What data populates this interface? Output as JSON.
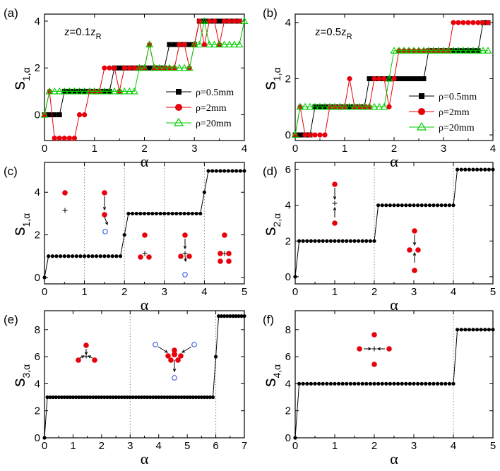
{
  "chart_data": [
    {
      "type": "line",
      "panel_label": "(a)",
      "annotation": "z=0.1z",
      "annotation_sub": "R",
      "xlabel": "α",
      "ylabel": "s",
      "ylabel_sub": "1,α",
      "xlim": [
        0,
        4
      ],
      "ylim": [
        -1.1,
        4.3
      ],
      "xticks": [
        "0",
        "1",
        "2",
        "3",
        "4"
      ],
      "yticks": [
        "0",
        "2",
        "4"
      ],
      "legend": "lower-right",
      "series": [
        {
          "name": "ρ=0.5mm",
          "marker": "square",
          "color": "#000000",
          "x": [
            0,
            0.1,
            0.2,
            0.3,
            0.4,
            0.5,
            0.6,
            0.7,
            0.8,
            0.9,
            1.0,
            1.1,
            1.2,
            1.3,
            1.4,
            1.5,
            1.6,
            1.7,
            1.8,
            1.9,
            2.0,
            2.1,
            2.2,
            2.3,
            2.4,
            2.5,
            2.6,
            2.7,
            2.8,
            2.9,
            3.0,
            3.1,
            3.2,
            3.3,
            3.4,
            3.5,
            3.6,
            3.7,
            3.8,
            3.9
          ],
          "y": [
            0,
            0,
            0,
            0,
            1,
            1,
            1,
            1,
            1,
            1,
            1,
            1,
            1,
            1,
            2,
            2,
            2,
            2,
            2,
            2,
            2,
            2,
            2,
            2,
            2,
            3,
            3,
            3,
            3,
            3,
            3,
            4,
            4,
            4,
            4,
            4,
            4,
            4,
            4,
            4
          ]
        },
        {
          "name": "ρ=2mm",
          "marker": "circle",
          "color": "#e8000b",
          "x": [
            0,
            0.1,
            0.2,
            0.3,
            0.4,
            0.5,
            0.6,
            0.7,
            0.8,
            0.9,
            1.0,
            1.1,
            1.2,
            1.3,
            1.4,
            1.5,
            1.6,
            1.7,
            1.8,
            1.9,
            2.0,
            2.1,
            2.2,
            2.3,
            2.4,
            2.5,
            2.6,
            2.7,
            2.8,
            2.9,
            3.0,
            3.1,
            3.2,
            3.3,
            3.4,
            3.5,
            3.6,
            3.7,
            3.8,
            3.9
          ],
          "y": [
            0,
            1,
            -1,
            -1,
            -1,
            -1,
            -1,
            0,
            0,
            1,
            1,
            1,
            2,
            2,
            2,
            1,
            2,
            2,
            2,
            2,
            2,
            3,
            2,
            2,
            2,
            2,
            2,
            3,
            3,
            2,
            3,
            4,
            3,
            4,
            4,
            3,
            4,
            4,
            4,
            4
          ]
        },
        {
          "name": "ρ=20mm",
          "marker": "triangle",
          "color": "#00cc00",
          "x": [
            0,
            0.1,
            0.2,
            0.3,
            0.4,
            0.5,
            0.6,
            0.7,
            0.8,
            0.9,
            1.0,
            1.1,
            1.2,
            1.3,
            1.4,
            1.5,
            1.6,
            1.7,
            1.8,
            1.9,
            2.0,
            2.1,
            2.2,
            2.3,
            2.4,
            2.5,
            2.6,
            2.7,
            2.8,
            2.9,
            3.0,
            3.1,
            3.2,
            3.3,
            3.4,
            3.5,
            3.6,
            3.7,
            3.8,
            3.9,
            4.0
          ],
          "y": [
            0,
            1,
            1,
            1,
            1,
            1,
            1,
            1,
            1,
            1,
            1,
            1,
            1,
            1,
            1,
            1,
            1,
            1,
            1,
            2,
            2,
            3,
            2,
            2,
            2,
            2,
            2,
            2,
            2,
            2,
            3,
            3,
            4,
            3,
            3,
            3,
            3,
            3,
            3,
            3,
            4
          ]
        }
      ]
    },
    {
      "type": "line",
      "panel_label": "(b)",
      "annotation": "z=0.5z",
      "annotation_sub": "R",
      "xlabel": "α",
      "ylabel": "s",
      "ylabel_sub": "1,α",
      "xlim": [
        0,
        4
      ],
      "ylim": [
        -0.2,
        4.3
      ],
      "xticks": [
        "0",
        "1",
        "2",
        "3",
        "4"
      ],
      "yticks": [
        "0",
        "2",
        "4"
      ],
      "legend": "lower-right",
      "series": [
        {
          "name": "ρ=0.5mm",
          "marker": "square",
          "color": "#000000",
          "x": [
            0,
            0.1,
            0.2,
            0.3,
            0.4,
            0.5,
            0.6,
            0.7,
            0.8,
            0.9,
            1.0,
            1.1,
            1.2,
            1.3,
            1.4,
            1.5,
            1.6,
            1.7,
            1.8,
            1.9,
            2.0,
            2.1,
            2.2,
            2.3,
            2.4,
            2.5,
            2.6,
            2.7,
            2.8,
            2.9,
            3.0,
            3.1,
            3.2,
            3.3,
            3.4,
            3.5,
            3.6,
            3.7,
            3.8,
            3.9
          ],
          "y": [
            0,
            0,
            0,
            0,
            1,
            1,
            1,
            1,
            1,
            1,
            1,
            1,
            1,
            1,
            1,
            2,
            2,
            2,
            2,
            2,
            2,
            2,
            2,
            2,
            2,
            2,
            2,
            3,
            3,
            3,
            3,
            3,
            3,
            3,
            3,
            3,
            3,
            3,
            4,
            4
          ]
        },
        {
          "name": "ρ=2mm",
          "marker": "circle",
          "color": "#e8000b",
          "x": [
            0,
            0.1,
            0.2,
            0.3,
            0.4,
            0.5,
            0.6,
            0.7,
            0.8,
            0.9,
            1.0,
            1.1,
            1.2,
            1.3,
            1.4,
            1.5,
            1.6,
            1.7,
            1.8,
            1.9,
            2.0,
            2.1,
            2.2,
            2.3,
            2.4,
            2.5,
            2.6,
            2.7,
            2.8,
            2.9,
            3.0,
            3.1,
            3.2,
            3.3,
            3.4,
            3.5,
            3.6,
            3.7,
            3.8,
            3.9
          ],
          "y": [
            0,
            1,
            0,
            0,
            0,
            0,
            0,
            1,
            1,
            1,
            1,
            2,
            1,
            1,
            1,
            1,
            2,
            2,
            2,
            1,
            2,
            3,
            3,
            3,
            3,
            3,
            3,
            3,
            3,
            3,
            3,
            3,
            4,
            4,
            4,
            4,
            4,
            4,
            4,
            4
          ]
        },
        {
          "name": "ρ=20mm",
          "marker": "triangle",
          "color": "#00cc00",
          "x": [
            0,
            0.1,
            0.2,
            0.3,
            0.4,
            0.5,
            0.6,
            0.7,
            0.8,
            0.9,
            1.0,
            1.1,
            1.2,
            1.3,
            1.4,
            1.5,
            1.6,
            1.7,
            1.8,
            1.9,
            2.0,
            2.1,
            2.2,
            2.3,
            2.4,
            2.5,
            2.6,
            2.7,
            2.8,
            2.9,
            3.0,
            3.1,
            3.2,
            3.3,
            3.4,
            3.5,
            3.6,
            3.7,
            3.8,
            3.9
          ],
          "y": [
            0,
            1,
            1,
            1,
            1,
            1,
            1,
            1,
            1,
            1,
            1,
            1,
            1,
            1,
            1,
            1,
            1,
            1,
            1,
            2,
            3,
            3,
            3,
            3,
            3,
            3,
            3,
            3,
            3,
            3,
            3,
            3,
            3,
            3,
            3,
            3,
            3,
            3,
            3,
            3
          ]
        }
      ]
    },
    {
      "type": "line",
      "panel_label": "(c)",
      "xlabel": "α",
      "ylabel": "s",
      "ylabel_sub": "1,α",
      "xlim": [
        0,
        5
      ],
      "ylim": [
        -0.3,
        5.4
      ],
      "xticks": [
        "0",
        "1",
        "2",
        "3",
        "4",
        "5"
      ],
      "yticks": [
        "0",
        "2",
        "4"
      ],
      "dotted_vlines": [
        1,
        2,
        3,
        4
      ],
      "series": [
        {
          "marker": "circle",
          "color": "#000000",
          "x": [
            0,
            0.1,
            0.2,
            0.3,
            0.4,
            0.5,
            0.6,
            0.7,
            0.8,
            0.9,
            1.0,
            1.1,
            1.2,
            1.3,
            1.4,
            1.5,
            1.6,
            1.7,
            1.8,
            1.9,
            2.0,
            2.1,
            2.2,
            2.3,
            2.4,
            2.5,
            2.6,
            2.7,
            2.8,
            2.9,
            3.0,
            3.1,
            3.2,
            3.3,
            3.4,
            3.5,
            3.6,
            3.7,
            3.8,
            3.9,
            4.0,
            4.1,
            4.2,
            4.3,
            4.4,
            4.5,
            4.6,
            4.7,
            4.8,
            4.9,
            5.0
          ],
          "y": [
            0,
            1,
            1,
            1,
            1,
            1,
            1,
            1,
            1,
            1,
            1,
            1,
            1,
            1,
            1,
            1,
            1,
            1,
            1,
            1,
            2,
            3,
            3,
            3,
            3,
            3,
            3,
            3,
            3,
            3,
            3,
            3,
            3,
            3,
            3,
            3,
            3,
            3,
            3,
            3,
            4,
            5,
            5,
            5,
            5,
            5,
            5,
            5,
            5,
            5,
            5
          ]
        }
      ]
    },
    {
      "type": "line",
      "panel_label": "(d)",
      "xlabel": "α",
      "ylabel": "s",
      "ylabel_sub": "2,α",
      "xlim": [
        0,
        5
      ],
      "ylim": [
        -0.4,
        6.4
      ],
      "xticks": [
        "0",
        "1",
        "2",
        "3",
        "4",
        "5"
      ],
      "yticks": [
        "0",
        "2",
        "4",
        "6"
      ],
      "dotted_vlines": [
        2,
        4
      ],
      "series": [
        {
          "marker": "circle",
          "color": "#000000",
          "x": [
            0,
            0.1,
            0.2,
            0.3,
            0.4,
            0.5,
            0.6,
            0.7,
            0.8,
            0.9,
            1.0,
            1.1,
            1.2,
            1.3,
            1.4,
            1.5,
            1.6,
            1.7,
            1.8,
            1.9,
            2.0,
            2.1,
            2.2,
            2.3,
            2.4,
            2.5,
            2.6,
            2.7,
            2.8,
            2.9,
            3.0,
            3.1,
            3.2,
            3.3,
            3.4,
            3.5,
            3.6,
            3.7,
            3.8,
            3.9,
            4.0,
            4.1,
            4.2,
            4.3,
            4.4,
            4.5,
            4.6,
            4.7,
            4.8,
            4.9,
            5.0
          ],
          "y": [
            0,
            2,
            2,
            2,
            2,
            2,
            2,
            2,
            2,
            2,
            2,
            2,
            2,
            2,
            2,
            2,
            2,
            2,
            2,
            2,
            2,
            4,
            4,
            4,
            4,
            4,
            4,
            4,
            4,
            4,
            4,
            4,
            4,
            4,
            4,
            4,
            4,
            4,
            4,
            4,
            4,
            6,
            6,
            6,
            6,
            6,
            6,
            6,
            6,
            6,
            6
          ]
        }
      ]
    },
    {
      "type": "line",
      "panel_label": "(e)",
      "xlabel": "α",
      "ylabel": "s",
      "ylabel_sub": "3,α",
      "xlim": [
        0,
        7
      ],
      "ylim": [
        0,
        9.4
      ],
      "xticks": [
        "0",
        "1",
        "2",
        "3",
        "4",
        "5",
        "6",
        "7"
      ],
      "yticks": [
        "0",
        "2",
        "4",
        "6",
        "8"
      ],
      "dotted_vlines": [
        3,
        6
      ],
      "series": [
        {
          "marker": "circle",
          "color": "#000000",
          "x": [
            0,
            0.1,
            0.2,
            0.3,
            0.4,
            0.5,
            0.6,
            0.7,
            0.8,
            0.9,
            1.0,
            1.1,
            1.2,
            1.3,
            1.4,
            1.5,
            1.6,
            1.7,
            1.8,
            1.9,
            2.0,
            2.1,
            2.2,
            2.3,
            2.4,
            2.5,
            2.6,
            2.7,
            2.8,
            2.9,
            3.0,
            3.1,
            3.2,
            3.3,
            3.4,
            3.5,
            3.6,
            3.7,
            3.8,
            3.9,
            4.0,
            4.1,
            4.2,
            4.3,
            4.4,
            4.5,
            4.6,
            4.7,
            4.8,
            4.9,
            5.0,
            5.1,
            5.2,
            5.3,
            5.4,
            5.5,
            5.6,
            5.7,
            5.8,
            5.9,
            6.0,
            6.1,
            6.2,
            6.3,
            6.4,
            6.5,
            6.6,
            6.7,
            6.8,
            6.9,
            7.0
          ],
          "y": [
            0,
            3,
            3,
            3,
            3,
            3,
            3,
            3,
            3,
            3,
            3,
            3,
            3,
            3,
            3,
            3,
            3,
            3,
            3,
            3,
            3,
            3,
            3,
            3,
            3,
            3,
            3,
            3,
            3,
            3,
            3,
            3,
            3,
            3,
            3,
            3,
            3,
            3,
            3,
            3,
            3,
            3,
            3,
            3,
            3,
            3,
            3,
            3,
            3,
            3,
            3,
            3,
            3,
            3,
            3,
            3,
            3,
            3,
            3,
            3,
            6,
            9,
            9,
            9,
            9,
            9,
            9,
            9,
            9,
            9,
            9
          ]
        }
      ]
    },
    {
      "type": "line",
      "panel_label": "(f)",
      "xlabel": "α",
      "ylabel": "s",
      "ylabel_sub": "4,α",
      "xlim": [
        0,
        5
      ],
      "ylim": [
        0,
        9.4
      ],
      "xticks": [
        "0",
        "1",
        "2",
        "3",
        "4",
        "5"
      ],
      "yticks": [
        "0",
        "2",
        "4",
        "6",
        "8"
      ],
      "dotted_vlines": [
        4
      ],
      "series": [
        {
          "marker": "circle",
          "color": "#000000",
          "x": [
            0,
            0.1,
            0.2,
            0.3,
            0.4,
            0.5,
            0.6,
            0.7,
            0.8,
            0.9,
            1.0,
            1.1,
            1.2,
            1.3,
            1.4,
            1.5,
            1.6,
            1.7,
            1.8,
            1.9,
            2.0,
            2.1,
            2.2,
            2.3,
            2.4,
            2.5,
            2.6,
            2.7,
            2.8,
            2.9,
            3.0,
            3.1,
            3.2,
            3.3,
            3.4,
            3.5,
            3.6,
            3.7,
            3.8,
            3.9,
            4.0,
            4.1,
            4.2,
            4.3,
            4.4,
            4.5,
            4.6,
            4.7,
            4.8,
            4.9,
            5.0
          ],
          "y": [
            0,
            4,
            4,
            4,
            4,
            4,
            4,
            4,
            4,
            4,
            4,
            4,
            4,
            4,
            4,
            4,
            4,
            4,
            4,
            4,
            4,
            4,
            4,
            4,
            4,
            4,
            4,
            4,
            4,
            4,
            4,
            4,
            4,
            4,
            4,
            4,
            4,
            4,
            4,
            4,
            4,
            8,
            8,
            8,
            8,
            8,
            8,
            8,
            8,
            8,
            8
          ]
        }
      ]
    }
  ]
}
